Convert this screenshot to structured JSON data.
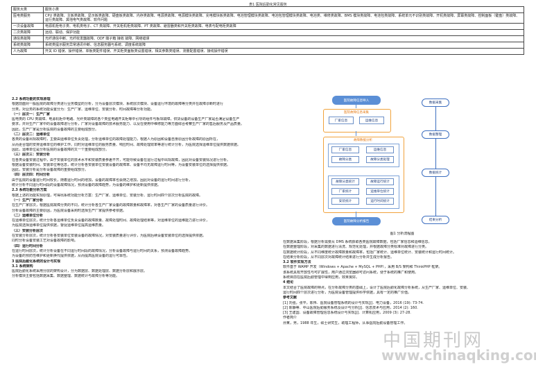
{
  "table": {
    "caption": "表1 医院后勤化常见服务",
    "header": [
      "服务大类",
      "服务小类"
    ],
    "rows": [
      [
        "医电类服务",
        "CPU 类故障、主板类故障、显示板类故障、硬盘板类故障、内存类故障、电源类故障、电源模块类故障、充电模块板类故障、电池管理模块类故障、电池包管理模块类故障、电池类、维修类故障、BMS 模块类故障、电池包类故障、系统单元不识别类故障、开机类故障、屏幕类故障、控制面板（键盘）类故障、运行类故障、其他电气类故障、软件问题"
      ],
      [
        "一次设备故障",
        "电源机柜电子类、电机类电子、CT 类故障、开关柜机柜类故障、PT 类故障、避雷器类和开关柜类故障、电表与配电柜类故障"
      ],
      [
        "二次类故障",
        "远动、联动、保护功能"
      ],
      [
        "通信类故障",
        "光纤通信中断、光纤收发器故障、ODF 端子箱 接收 故障、网络错误"
      ],
      [
        "系统类故障",
        "系统类提示服务异常通讯中断、信息服务器与系统、调度系统故障"
      ],
      [
        "人为故障",
        "开关 ID 错误、操作错误、单板类配件错误、开关柜类面板类设置错误、相关参数类错误、测量配置错误、接线操作错误"
      ]
    ]
  },
  "left_column": [
    {
      "kind": "head",
      "text": "2.2 系统功能的实现原理"
    },
    {
      "kind": "body",
      "text": "根据前面对一般医院的故障分类进行业务模型的分析，分为设备层次模块、系统层次模块、设备运行环境的故障等分类并在故障诊断时进行"
    },
    {
      "kind": "body",
      "text": "分类，对业务的系统功能设置分为：生产厂家、运维单位、安装分析、时间故障等分析功能。"
    },
    {
      "kind": "head",
      "text": "（一）层次一：生产厂家"
    },
    {
      "kind": "body",
      "text": "医电类的 CPU 类故障、电源机柜中电路、光纤类故障的各个类型电路开关柜等中引导的组件与板块故障，供货设备的设备生产厂家是否满足设备生产"
    },
    {
      "kind": "body",
      "text": "要求，并对生产厂家中的设备故障进行分析，厂家对设备故障的技术服务能力、以及在使用中维修能力等方面综合考察生产厂家的售后服务及产品质量。"
    },
    {
      "kind": "body",
      "text": "因此，生产厂家是分析医院的设备故障的主要组成部分。"
    },
    {
      "kind": "head",
      "text": "（二）层次二：运维单位"
    },
    {
      "kind": "body",
      "text": "各类的设备出现故障时，主要由运维单位负责处理，分析运维单位的故障处理能力，根据人为原因和设备自身原因分析故障的原因所在，"
    },
    {
      "kind": "body",
      "text": "从而更合理的安排运维单位的维护工作。同时对运维单位的服务质量、响应时间、故障处理效率等进行统计分析，为医院选择运维单位提供数据依据。"
    },
    {
      "kind": "body",
      "text": "因此，运维单位是分析医院的设备故障的又一个重要组成部分。"
    },
    {
      "kind": "head",
      "text": "（三）层次三：安装分析"
    },
    {
      "kind": "body",
      "text": "在各类设备安装过程中，由于安装单位的技术水平和安装质量参差不齐，可能导致设备在运行过程中出现故障，因此对设备安装情况进行分析。"
    },
    {
      "kind": "body",
      "text": "根据设备安装时间、安装单位等信息，统计分析各安装单位安装设备的故障率、设备平均无故障运行时间等，为设备安装单位的选择提供依据。"
    },
    {
      "kind": "body",
      "text": "因此，安装分析是分析设备故障的重要组成部分。"
    },
    {
      "kind": "head",
      "text": "（四）层次四：时间分析"
    },
    {
      "kind": "body",
      "text": "由于医院的设备运行时间较长，随着运行时间的增加，设备的故障率也会随之增加，因此对设备的运行时间进行分析，"
    },
    {
      "kind": "body",
      "text": "统计分析不同运行时间段的设备故障情况，预测设备的故障趋势，为设备的维护和更新提供依据。"
    },
    {
      "kind": "head",
      "text": "2.3 系统功能分析方案"
    },
    {
      "kind": "body",
      "text": "根据上述的功能实现原理，可得出系统功能分析方案：生产厂家、运维单位、安装分析、运行时间四个层次分析医院的故障。"
    },
    {
      "kind": "head",
      "text": "（一）生产厂家分析"
    },
    {
      "kind": "body",
      "text": "在生产厂家层次，根据医院故障分类的不同，统计分析各生产厂家设备的故障数量和故障率，对各生产厂家的设备质量进行评价。"
    },
    {
      "kind": "body",
      "text": "分析设备故障的主要原因，为医院设备采购时选择生产厂家提供参考依据。"
    },
    {
      "kind": "head",
      "text": "（二）运维单位分析"
    },
    {
      "kind": "body",
      "text": "在运维单位层次，统计分析各运维单位负责设备的故障数量、故障处理时间、故障处理结果等，对运维单位的运维能力进行评价，"
    },
    {
      "kind": "body",
      "text": "为医院选择运维单位提供依据，督促运维单位提高运维质量。"
    },
    {
      "kind": "head",
      "text": "（三）安装分析层次"
    },
    {
      "kind": "body",
      "text": "在安装分析层次，统计分析各安装单位安装设备的故障情况，对安装质量进行评价，为医院后续设备安装单位的选择提供依据。"
    },
    {
      "kind": "body",
      "text": "同时分析设备安装工艺对设备故障的影响。"
    },
    {
      "kind": "head",
      "text": "（四）运行时间分析"
    },
    {
      "kind": "body",
      "text": "在运行时间层次，统计分析设备在不同运行时间段的故障情况，分析设备故障与运行时间的关系，预测设备故障趋势。"
    },
    {
      "kind": "body",
      "text": "为设备的预防性维护和更新换代提供依据，从而提高医院设备的运行可靠性。"
    },
    {
      "kind": "head",
      "text": "3 医院后勤化系统的设计与实现"
    },
    {
      "kind": "head",
      "text": "3.1 系统架构"
    },
    {
      "kind": "body",
      "text": "医院后勤化系统采用分层的架构设计，分为数据层、数据处理层、数据分析层和展示层。"
    },
    {
      "kind": "body",
      "text": "分析模块主要包括数据采集、数据整理、数据统计与故障分析等功能。"
    }
  ],
  "diagram": {
    "caption": "图1 分析流程图",
    "top": "医院故障信息导入",
    "group1_label": "医院故障信息采集",
    "group1_items": [
      "厂家信息",
      "运维信息"
    ],
    "group2_label": "故障数据分析",
    "group2a": [
      "厂家信息",
      "运维信息",
      "故障分类",
      "故障分类处理"
    ],
    "group2b": [
      "故障分类统计",
      "故障运行统计",
      "厂家统计",
      "运维单位统计",
      "安装统计",
      "运行时间统计"
    ],
    "bottom": "医院故障分析报告",
    "side": [
      "数据采集",
      "数据整理",
      "数据统计",
      "结果分析"
    ]
  },
  "right_column": [
    {
      "kind": "body",
      "text": "在数据采集阶段，根据分析需要从 DMS 系统获取各类医院故障数据，包括厂家信息和运维信息。"
    },
    {
      "kind": "body",
      "text": "在数据整理阶段，对采集的数据进行清洗、规范化处理，并根据故障分类标准对故障进行分类。"
    },
    {
      "kind": "body",
      "text": "在数据统计阶段，从不同维度统计故障数量和故障率，包括厂家统计、运维单位统计、安装统计和运行时间统计。"
    },
    {
      "kind": "body",
      "text": "在结果分析阶段，从不同层次对故障统计结果进行分析并生成分析报告。"
    },
    {
      "kind": "head",
      "text": "3.2 软件实现方法"
    },
    {
      "kind": "body",
      "text": "软件基于 WAMP 开发（Windows + Apache + MySQL + PHP），采用 B/S 架构和 ThinkPHP 框架。"
    },
    {
      "kind": "body",
      "text": "该系统具有开放性与可扩展性，用户通过浏览器即可访问系统，便于系统的推广和使用。"
    },
    {
      "kind": "body",
      "text": "系统目前在医院后勤管理中得到应用，效果良好。"
    },
    {
      "kind": "head",
      "text": "4 结论"
    },
    {
      "kind": "body",
      "text": "本文结合了医院故障的特点，在分析故障分类的基础上，设计了医院后勤化故障分析系统，从生产厂家、运维单位、安装、"
    },
    {
      "kind": "body",
      "text": "运行时间四个层次进行分析，为医院设备管理提供科学依据，具有一定的推广价值。"
    },
    {
      "kind": "head",
      "text": "参考文献"
    },
    {
      "kind": "body",
      "text": "[1] 刘强，张平，陈伟．医院设备管理系统的设计与实现[J]．电力设备，2016 (19): 73-74."
    },
    {
      "kind": "body",
      "text": "[2] 陈静等．中山医院后勤服务系统及设计与分析[J]．信息技术与应用，2014 (2): 160."
    },
    {
      "kind": "body",
      "text": "[3] 王建国．设备故障管理信息系统设计与实现[J]．计算机应用，2009 (3): 27-28."
    },
    {
      "kind": "body",
      "text": "作者简介"
    },
    {
      "kind": "body",
      "text": "孙某，男，1988 年生，硕士研究生，助理工程师，从事医院后勤设备管理工作。"
    }
  ],
  "watermark": {
    "cn": "中国期刊网",
    "url": "www.chinaqking.com"
  }
}
